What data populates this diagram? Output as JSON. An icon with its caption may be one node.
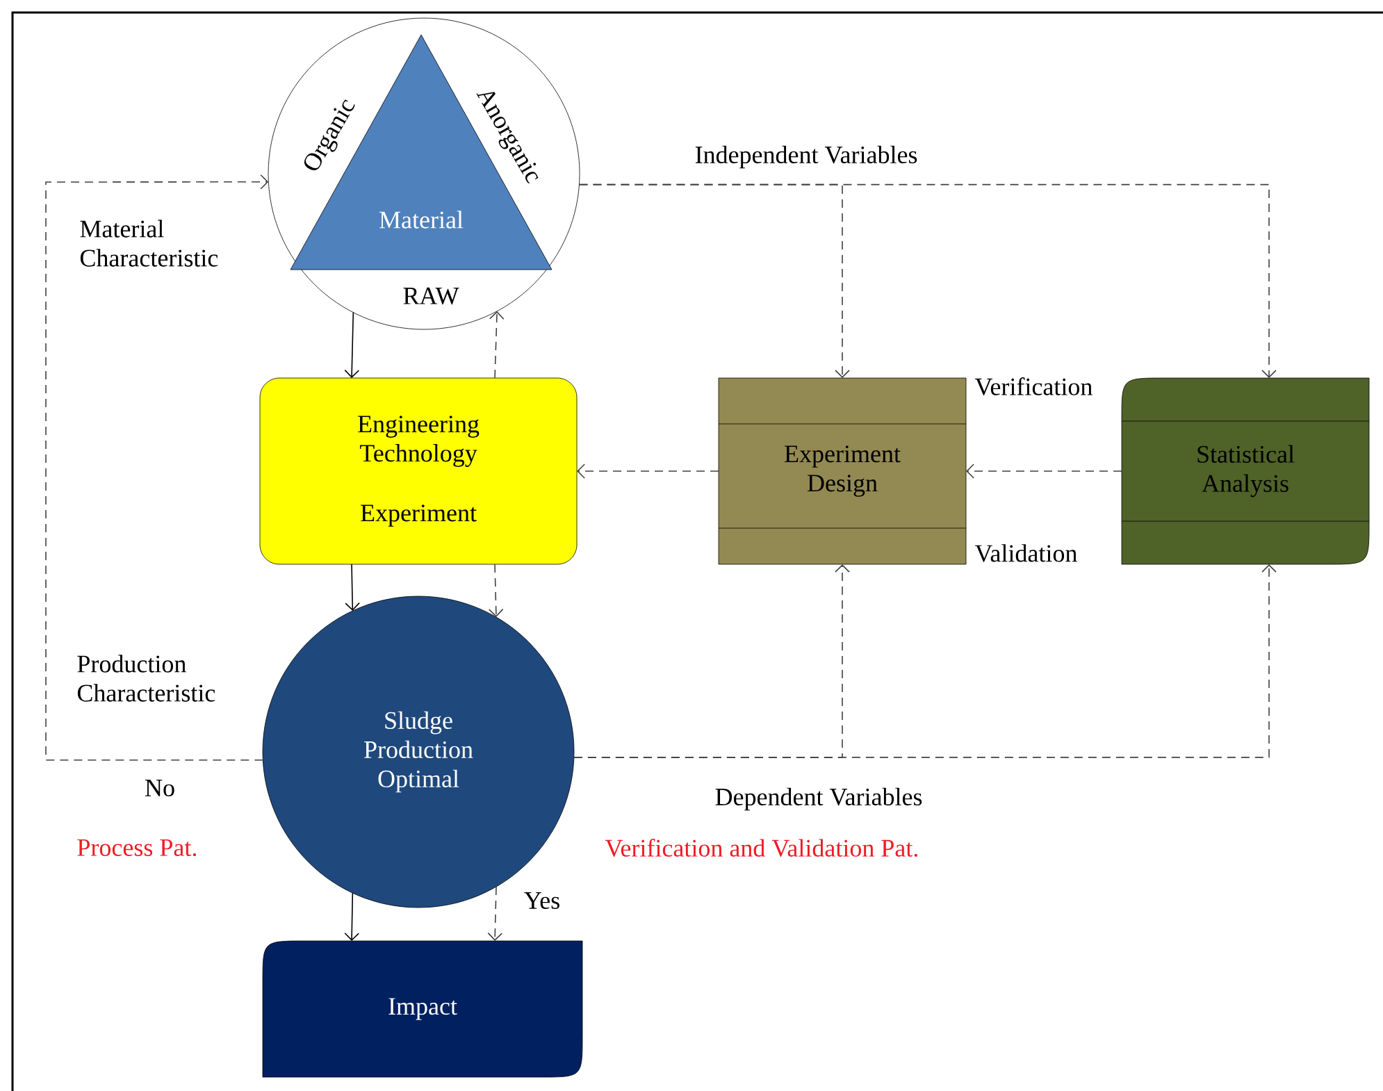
{
  "diagram": {
    "nodes": [
      {
        "text": [
          "Organic",
          "Anorganic",
          "RAW"
        ]
      },
      {
        "text": [
          "Material"
        ],
        "in": 0
      },
      {
        "text": [
          "Engineering Technology",
          "Experiment"
        ]
      },
      {
        "text": [
          "Experiment Design"
        ],
        "beside": [
          "Verification",
          "Validation"
        ]
      },
      {
        "text": [
          "Statistical Analysis"
        ]
      },
      {
        "text": [
          "Sludge Production Optimal"
        ]
      },
      {
        "text": [
          "Impact"
        ]
      }
    ],
    "edges": [
      {
        "from": 0,
        "to": 2,
        "arrow": "to"
      },
      {
        "from": 2,
        "to": 0,
        "arrow": "to",
        "style": "dashed"
      },
      {
        "from": 2,
        "to": 5,
        "arrow": "to"
      },
      {
        "from": 2,
        "to": 5,
        "arrow": "to",
        "style": "dashed"
      },
      {
        "from": 5,
        "to": 6,
        "arrow": "to"
      },
      {
        "from": 5,
        "to": 6,
        "arrow": "to",
        "style": "dashed",
        "label": "Yes"
      },
      {
        "from": 3,
        "to": 2,
        "arrow": "to",
        "style": "dashed"
      },
      {
        "from": 4,
        "to": 3,
        "arrow": "to",
        "style": "dashed"
      },
      {
        "from": 0,
        "to": 3,
        "arrow": "to",
        "style": "dashed"
      },
      {
        "from": 0,
        "to": 4,
        "arrow": "to",
        "style": "dashed",
        "label": "Independent Variables"
      },
      {
        "from": 5,
        "to": 3,
        "arrow": "to",
        "style": "dashed"
      },
      {
        "from": 5,
        "to": 4,
        "arrow": "to",
        "style": "dashed",
        "label": "Dependent Variables"
      },
      {
        "from": 5,
        "to": 0,
        "arrow": "to",
        "style": "dashed",
        "label": "No"
      }
    ],
    "labels": [
      "Material Characteristic",
      "Production Characteristic",
      "Process Pat.",
      "Verification and Validation Pat."
    ]
  }
}
